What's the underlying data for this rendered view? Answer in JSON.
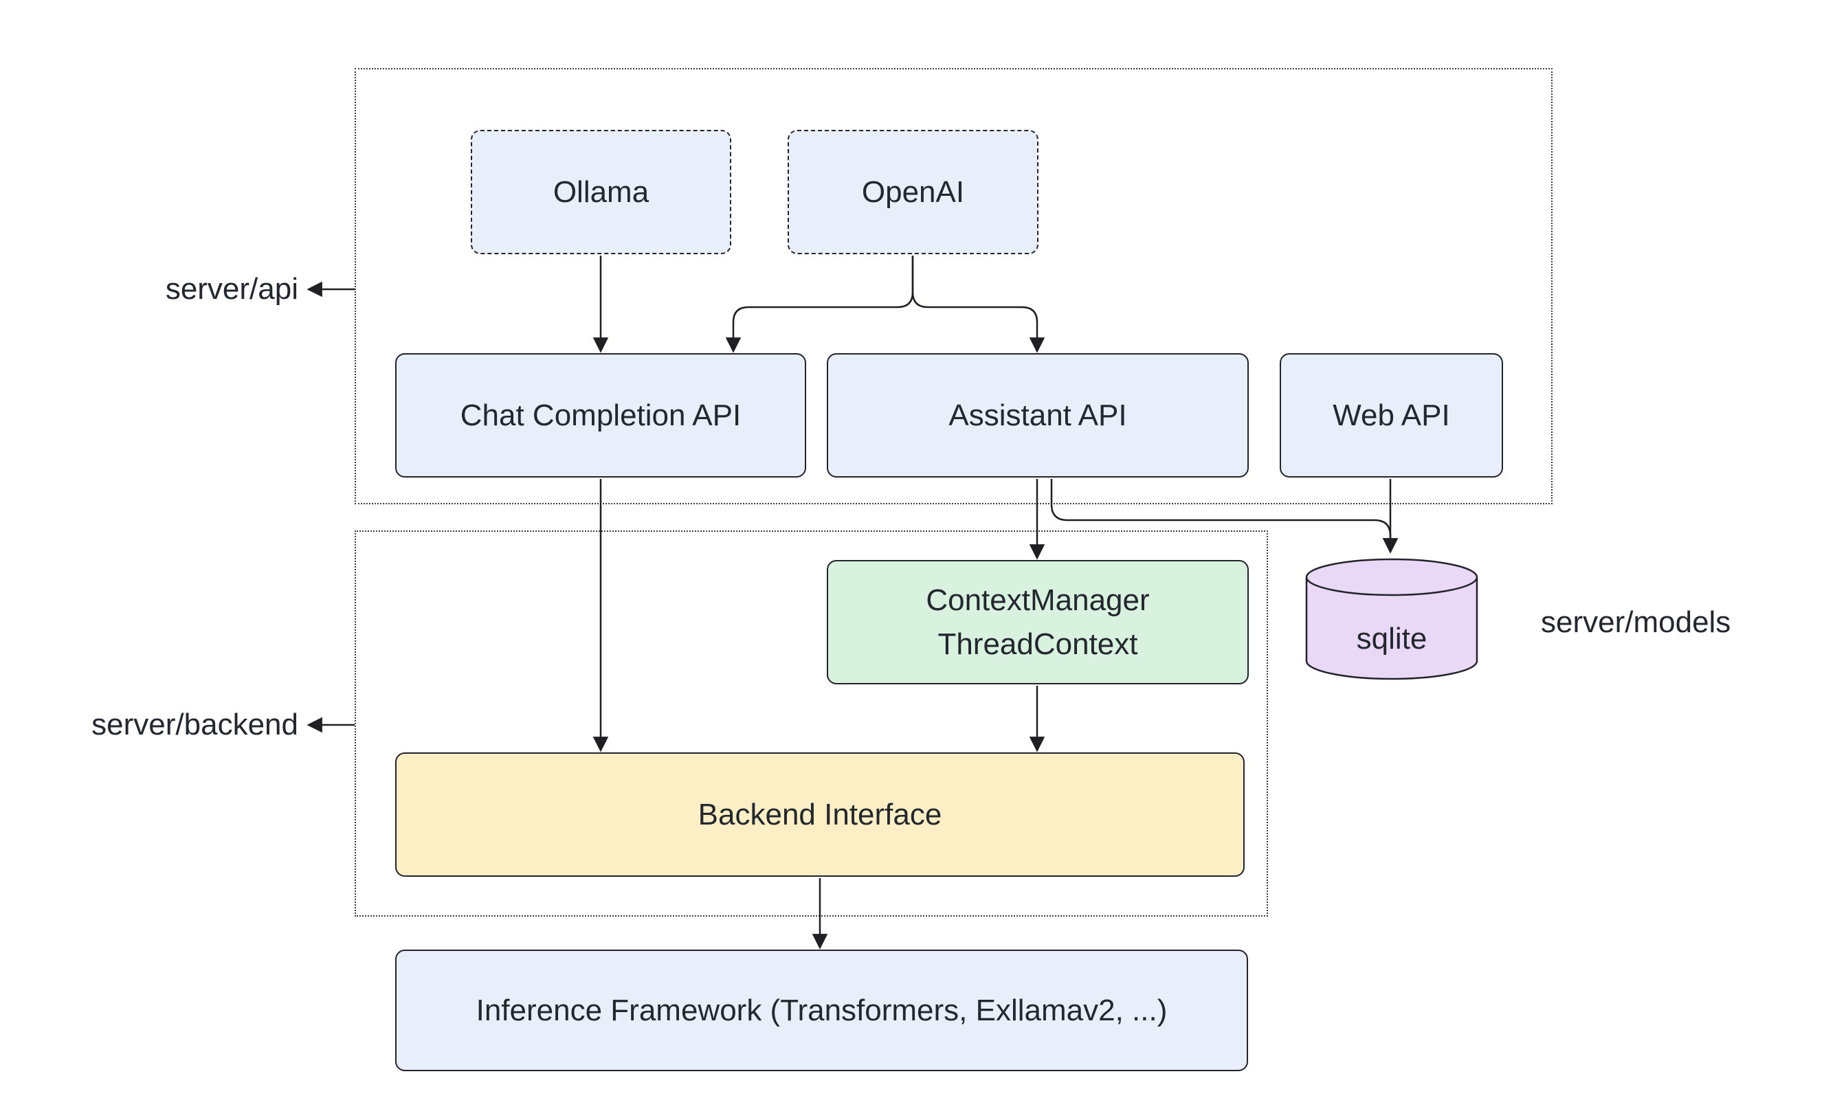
{
  "diagram": {
    "groups": {
      "server_api": {
        "label": "server/api"
      },
      "server_backend": {
        "label": "server/backend"
      },
      "server_models": {
        "label": "server/models"
      }
    },
    "nodes": {
      "ollama": {
        "label": "Ollama"
      },
      "openai": {
        "label": "OpenAI"
      },
      "chat_completion_api": {
        "label": "Chat Completion API"
      },
      "assistant_api": {
        "label": "Assistant API"
      },
      "web_api": {
        "label": "Web API"
      },
      "context_manager": {
        "line1": "ContextManager",
        "line2": "ThreadContext"
      },
      "backend_interface": {
        "label": "Backend Interface"
      },
      "sqlite": {
        "label": "sqlite"
      },
      "inference_framework": {
        "label": "Inference Framework (Transformers, Exllamav2, ...)"
      }
    },
    "edges": [
      {
        "from": "ollama",
        "to": "chat_completion_api"
      },
      {
        "from": "openai",
        "to": "chat_completion_api"
      },
      {
        "from": "openai",
        "to": "assistant_api"
      },
      {
        "from": "chat_completion_api",
        "to": "backend_interface"
      },
      {
        "from": "assistant_api",
        "to": "context_manager"
      },
      {
        "from": "assistant_api",
        "to": "sqlite"
      },
      {
        "from": "web_api",
        "to": "sqlite"
      },
      {
        "from": "context_manager",
        "to": "backend_interface"
      },
      {
        "from": "backend_interface",
        "to": "inference_framework"
      },
      {
        "from": "group_server_api_border",
        "to": "server_api_label"
      },
      {
        "from": "group_server_backend_border",
        "to": "server_backend_label"
      }
    ],
    "colors": {
      "background": "#ffffff",
      "node_fill": "#e9effa",
      "node_border": "#23232b",
      "context_fill": "#d9f2e0",
      "backend_fill": "#fceec5",
      "sqlite_fill": "#e9d9f6",
      "line": "#1f1f24",
      "text": "#23272e"
    }
  }
}
